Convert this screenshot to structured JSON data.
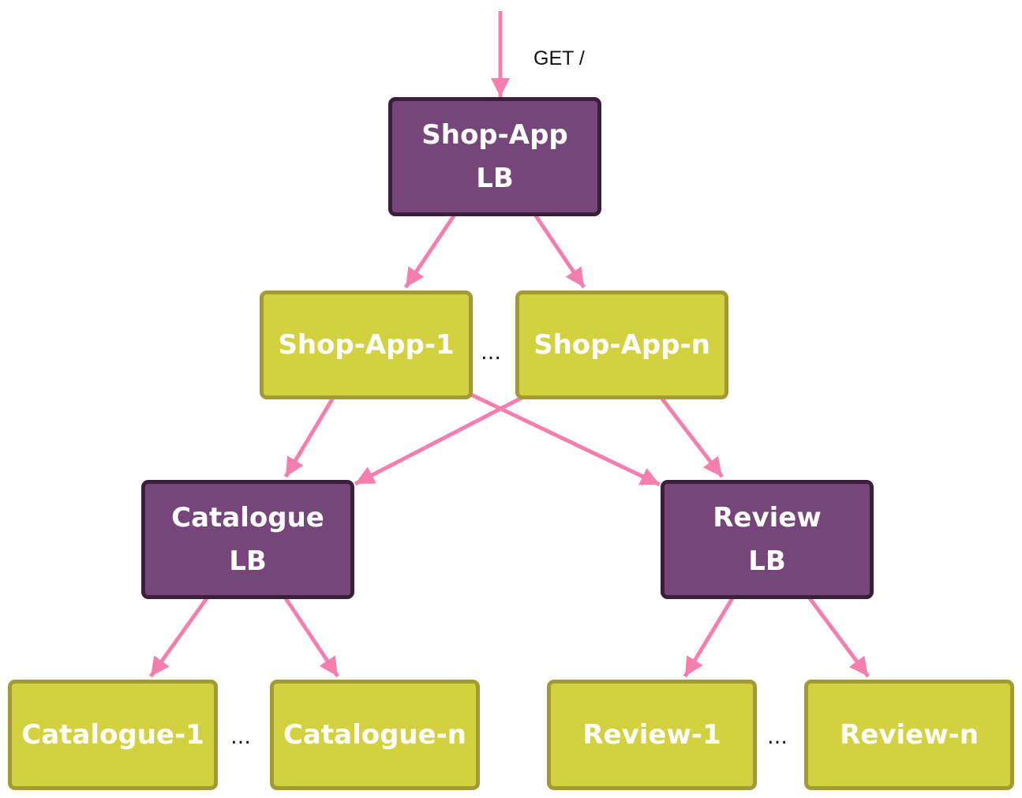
{
  "colors": {
    "arrow": "#f47eae",
    "lb_fill": "#764579",
    "lb_border": "#3a1f3a",
    "instance_fill": "#d3d13f",
    "instance_border": "#a29b35"
  },
  "request_label": "GET /",
  "ellipsis": "…",
  "nodes": {
    "shop_lb": {
      "line1": "Shop-App",
      "line2": "LB"
    },
    "shop_1": {
      "label": "Shop-App-1"
    },
    "shop_n": {
      "label": "Shop-App-n"
    },
    "catalogue_lb": {
      "line1": "Catalogue",
      "line2": "LB"
    },
    "review_lb": {
      "line1": "Review",
      "line2": "LB"
    },
    "catalogue_1": {
      "label": "Catalogue-1"
    },
    "catalogue_n": {
      "label": "Catalogue-n"
    },
    "review_1": {
      "label": "Review-1"
    },
    "review_n": {
      "label": "Review-n"
    }
  },
  "edges": [
    {
      "from": "client",
      "to": "shop_lb"
    },
    {
      "from": "shop_lb",
      "to": "shop_1"
    },
    {
      "from": "shop_lb",
      "to": "shop_n"
    },
    {
      "from": "shop_1",
      "to": "catalogue_lb"
    },
    {
      "from": "shop_1",
      "to": "review_lb"
    },
    {
      "from": "shop_n",
      "to": "catalogue_lb"
    },
    {
      "from": "shop_n",
      "to": "review_lb"
    },
    {
      "from": "catalogue_lb",
      "to": "catalogue_1"
    },
    {
      "from": "catalogue_lb",
      "to": "catalogue_n"
    },
    {
      "from": "review_lb",
      "to": "review_1"
    },
    {
      "from": "review_lb",
      "to": "review_n"
    }
  ]
}
